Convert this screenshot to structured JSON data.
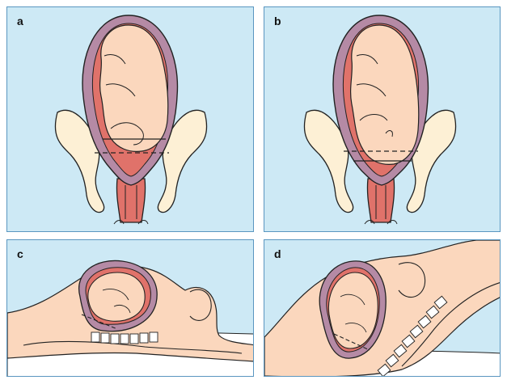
{
  "panels": [
    {
      "label": "a"
    },
    {
      "label": "b"
    },
    {
      "label": "c"
    },
    {
      "label": "d"
    }
  ],
  "colors": {
    "background": "#cde9f5",
    "panel_border": "#5a96c0",
    "skin": "#fbd7bd",
    "uterus_wall": "#b58aa5",
    "amniotic_red": "#e0726a",
    "pelvis_bone": "#fdf0d5",
    "mattress": "#ffffff",
    "spine": "#ffffff",
    "outline": "#222222"
  }
}
